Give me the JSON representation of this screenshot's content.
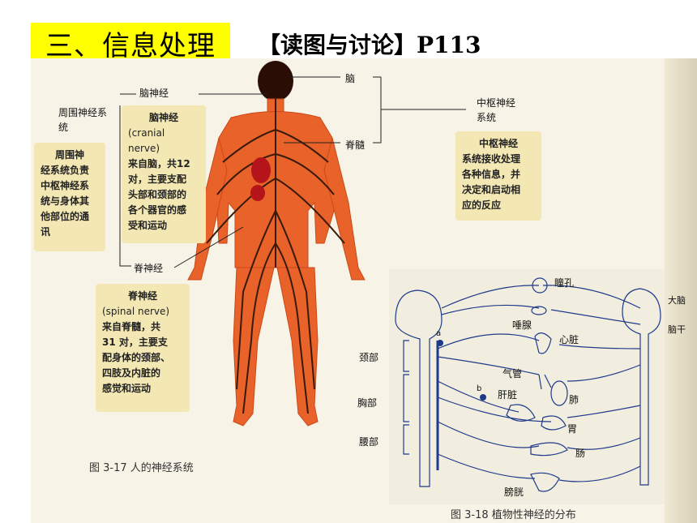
{
  "header": {
    "title": "三、信息处理",
    "subtitle": "【读图与讨论】P113"
  },
  "fig17": {
    "caption": "图 3-17  人的神经系统",
    "labels": {
      "brain_nerve": "脑神经",
      "peripheral": "周围神经系统",
      "brain": "脑",
      "cns": "中枢神经系统",
      "spinal_cord": "脊髓",
      "spinal_nerve": "脊神经"
    },
    "cards": {
      "peripheral": {
        "title": "周围神",
        "lines": [
          "经系统负责",
          "中枢神经系",
          "统与身体其",
          "他部位的通",
          "讯"
        ]
      },
      "cranial": {
        "title": "脑神经",
        "sub": "(cranial nerve)",
        "lines": [
          "来自脑，共12",
          "对，主要支配",
          "头部和颈部的",
          "各个器官的感",
          "受和运动"
        ]
      },
      "cns": {
        "title": "中枢神经",
        "lines": [
          "系统接收处理",
          "各种信息，并",
          "决定和启动相",
          "应的反应"
        ]
      },
      "spinal": {
        "title": "脊神经",
        "sub": "(spinal nerve)",
        "lines": [
          "来自脊髓，共",
          "31 对，主要支",
          "配身体的颈部、",
          "四肢及内脏的",
          "感觉和运动"
        ]
      }
    }
  },
  "fig18": {
    "caption": "图 3-18  植物性神经的分布",
    "organs": [
      "瞳孔",
      "唾腺",
      "心脏",
      "气管",
      "肝脏",
      "肺",
      "胃",
      "肠",
      "膀胱"
    ],
    "regions": [
      "颈部",
      "胸部",
      "腰部"
    ],
    "right_labels": [
      "大脑",
      "脑干"
    ],
    "points": [
      "a",
      "b"
    ]
  },
  "colors": {
    "title_bg": "#ffff00",
    "body": "#e8622a",
    "nerve": "#3a1a0a",
    "card": "#f3e7b3",
    "diagram_line": "#1f3a8a"
  }
}
